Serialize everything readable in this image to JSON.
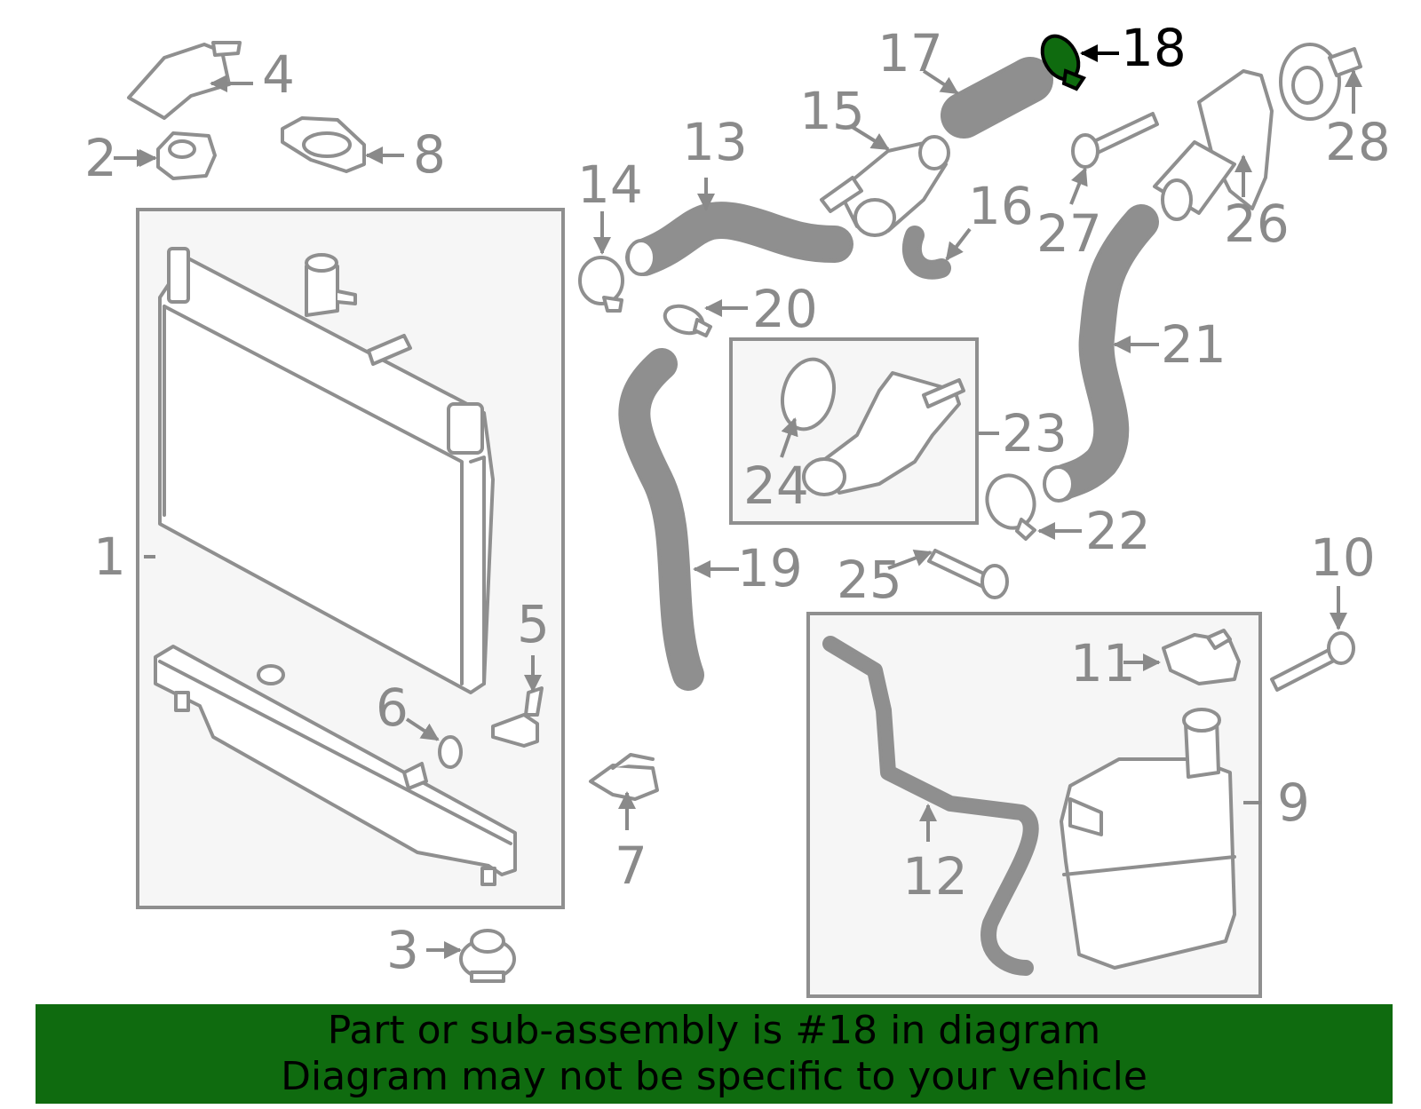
{
  "callouts": [
    {
      "id": "1",
      "text": "1"
    },
    {
      "id": "2",
      "text": "2"
    },
    {
      "id": "3",
      "text": "3"
    },
    {
      "id": "4",
      "text": "4"
    },
    {
      "id": "5",
      "text": "5"
    },
    {
      "id": "6",
      "text": "6"
    },
    {
      "id": "7",
      "text": "7"
    },
    {
      "id": "8",
      "text": "8"
    },
    {
      "id": "9",
      "text": "9"
    },
    {
      "id": "10",
      "text": "10"
    },
    {
      "id": "11",
      "text": "11"
    },
    {
      "id": "12",
      "text": "12"
    },
    {
      "id": "13",
      "text": "13"
    },
    {
      "id": "14",
      "text": "14"
    },
    {
      "id": "15",
      "text": "15"
    },
    {
      "id": "16",
      "text": "16"
    },
    {
      "id": "17",
      "text": "17"
    },
    {
      "id": "18",
      "text": "18"
    },
    {
      "id": "19",
      "text": "19"
    },
    {
      "id": "20",
      "text": "20"
    },
    {
      "id": "21",
      "text": "21"
    },
    {
      "id": "22",
      "text": "22"
    },
    {
      "id": "23",
      "text": "23"
    },
    {
      "id": "24",
      "text": "24"
    },
    {
      "id": "25",
      "text": "25"
    },
    {
      "id": "26",
      "text": "26"
    },
    {
      "id": "27",
      "text": "27"
    },
    {
      "id": "28",
      "text": "28"
    }
  ],
  "highlight": {
    "part": "18",
    "color": "#0f6b0f"
  },
  "banner": {
    "line1": "Part or sub-assembly is #18 in diagram",
    "line2": "Diagram may not be specific to your vehicle",
    "color": "#0f6b0f"
  },
  "line_color": "#8f8f8f"
}
